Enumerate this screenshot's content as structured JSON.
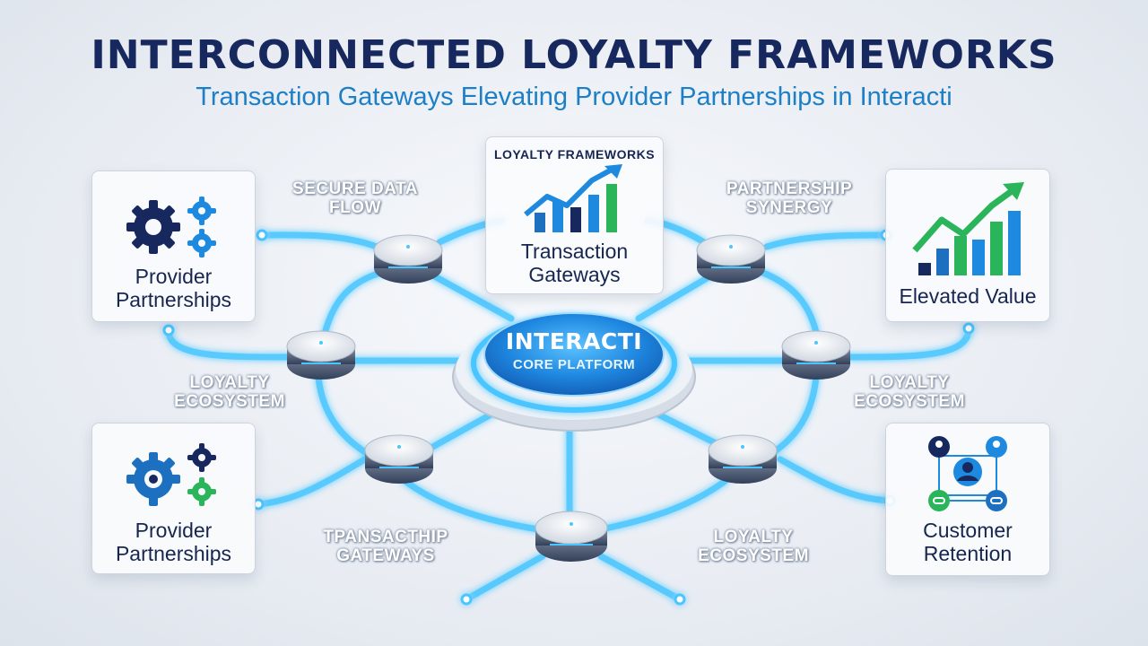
{
  "header": {
    "title": "INTERCONNECTED LOYALTY FRAMEWORKS",
    "subtitle": "Transaction Gateways Elevating Provider Partnerships in Interacti"
  },
  "core": {
    "name": "INTERACTI",
    "label": "CORE PLATFORM"
  },
  "cards": {
    "top_left": {
      "label": "Provider Partnerships",
      "icon": "gears-icon"
    },
    "bottom_left": {
      "label": "Provider Partnerships",
      "icon": "gears-icon"
    },
    "top_center": {
      "caption": "LOYALTY FRAMEWORKS",
      "label": "Transaction Gateways",
      "icon": "growth-chart-icon"
    },
    "top_right": {
      "label": "Elevated Value",
      "icon": "growth-chart-icon"
    },
    "bottom_right": {
      "label": "Customer Retention",
      "icon": "connected-users-icon"
    }
  },
  "connection_labels": {
    "secure_data_flow": "SECURE DATA FLOW",
    "partnership_synergy": "PARTNERSHIP SYNERGY",
    "loyalty_ecosystem_left": "LOYALTY ECOSYSTEM",
    "loyalty_ecosystem_right": "LOYALTY ECOSYSTEM",
    "transacthip_gateways": "TPANSACTHIP GATEWAYS",
    "loyalty_ecosystem_bottom": "LOYALTY ECOSYSTEM"
  },
  "colors": {
    "navy": "#17285e",
    "accent_blue": "#1d7fc6",
    "glow_cyan": "#4fd0ff",
    "green": "#2bb55a"
  }
}
